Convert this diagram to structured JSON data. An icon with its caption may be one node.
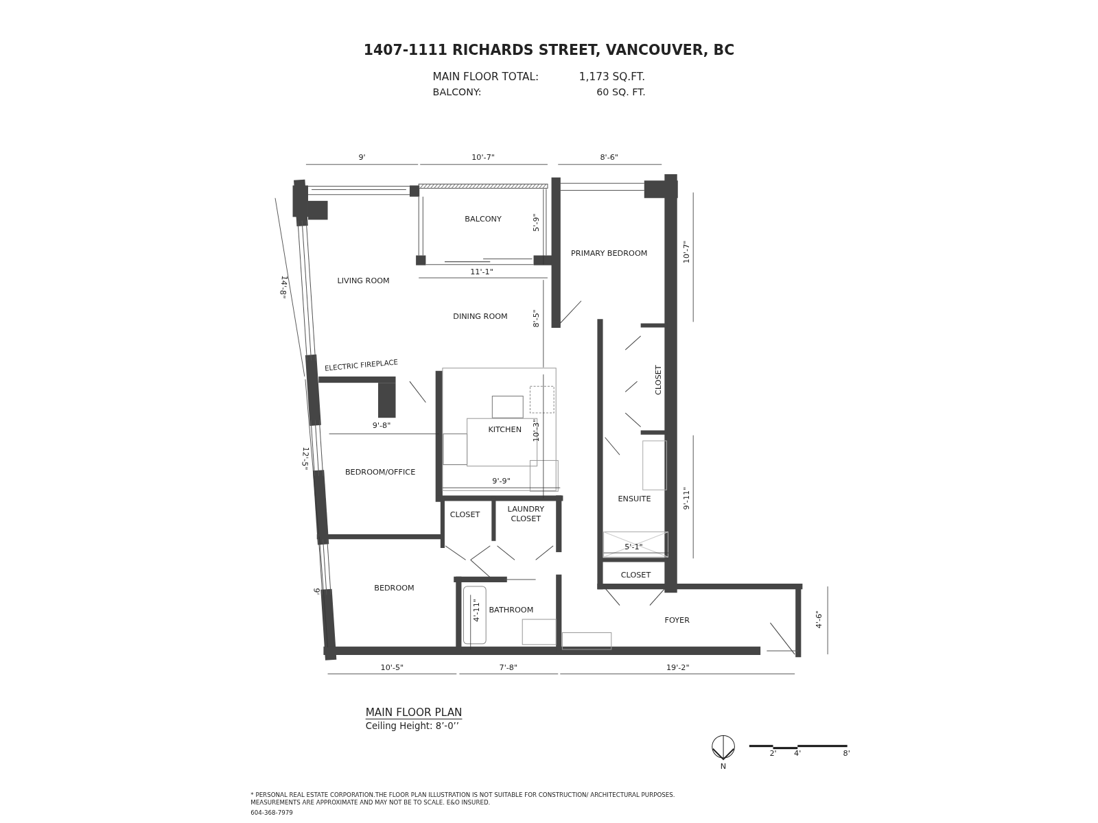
{
  "diagram": {
    "title": "1407-1111 RICHARDS STREET, VANCOUVER, BC",
    "nodes": [
      {
        "text": [
          "BALCONY"
        ]
      },
      {
        "text": [
          "PRIMARY BEDROOM"
        ]
      },
      {
        "text": [
          "LIVING ROOM"
        ]
      },
      {
        "text": [
          "DINING ROOM"
        ]
      },
      {
        "text": [
          "CLOSET"
        ]
      },
      {
        "text": [
          "KITCHEN"
        ]
      },
      {
        "text": [
          "BEDROOM/OFFICE"
        ]
      },
      {
        "text": [
          "ENSUITE"
        ]
      },
      {
        "text": [
          "CLOSET"
        ]
      },
      {
        "text": [
          "LAUNDRY CLOSET"
        ]
      },
      {
        "text": [
          "CLOSET"
        ]
      },
      {
        "text": [
          "BEDROOM"
        ]
      },
      {
        "text": [
          "BATHROOM"
        ]
      },
      {
        "text": [
          "FOYER"
        ]
      }
    ],
    "labels": [
      "MAIN FLOOR TOTAL:",
      "1,173 SQ.FT.",
      "BALCONY:",
      "60 SQ. FT.",
      "9'",
      "10'-7\"",
      "8'-6\"",
      "10'-7\"",
      "14'-8\"",
      "5'-9\"",
      "11'-1\"",
      "8'-5\"",
      "ELECTRIC FIREPLACE",
      "12'-5\"",
      "9'-8\"",
      "10'-3\"",
      "9'-9\"",
      "9'-11\"",
      "5'-1\"",
      "9'",
      "4'-11\"",
      "4'-6\"",
      "10'-5\"",
      "7'-8\"",
      "19'-2\"",
      "MAIN FLOOR PLAN",
      "Ceiling Height: 8’-0’’",
      "N",
      "2'",
      "4'",
      "8'",
      "* PERSONAL REAL ESTATE CORPORATION.THE FLOOR PLAN ILLUSTRATION IS NOT SUITABLE FOR CONSTRUCTION/ ARCHITECTURAL PURPOSES. MEASUREMENTS ARE APPROXIMATE AND MAY NOT BE TO SCALE. E&O INSURED.",
      "604-368-7979"
    ]
  }
}
